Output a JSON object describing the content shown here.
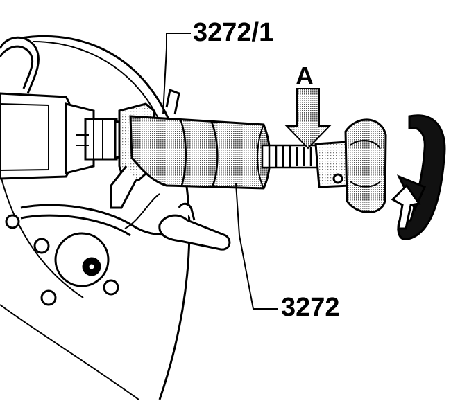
{
  "labels": {
    "tool_adapter": "3272/1",
    "tool_puller": "3272",
    "view_arrow": "A"
  },
  "icons": {
    "down_arrow": "arrow-down-icon",
    "rotation": "rotate-arrow-icon"
  },
  "colors": {
    "ink": "#000000",
    "paper": "#ffffff",
    "tone": "#9a9a9a"
  }
}
